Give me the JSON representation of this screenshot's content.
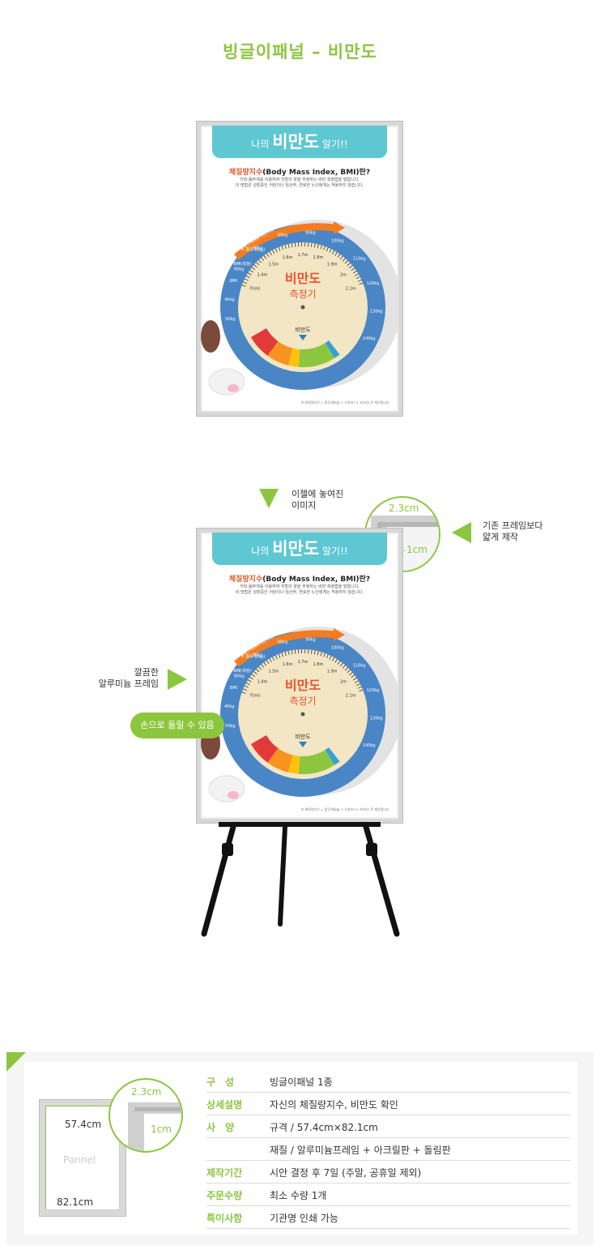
{
  "page_title": "빙글이패널 – 비만도",
  "poster": {
    "banner_pre": "나의 ",
    "banner_big": "비만도",
    "banner_post": " 알기!!",
    "question_red": "체질량지수",
    "question_rest": "(Body Mass Index, BMI)란?",
    "desc_line1": "키와 몸무게를 이용하여 지방의 양을 추정하는 비만 측정법을 말합니다.",
    "desc_line2": "이 방법은 성장중인 어린이나 임산부, 연로한 노인에게는 적용하지 않습니다.",
    "dial_title": "비만도",
    "dial_subtitle": "측정기",
    "dial_pointer": "비만도",
    "dial_tag": "둘레 / 이미지 비만도를 측정해보세요",
    "left_labels": [
      "키(m)",
      "1.4m",
      "1.5m",
      "1.6m",
      "1.7m",
      "1.8m",
      "1.9m",
      "2m",
      "2.1m"
    ],
    "weight_labels": [
      "60kg",
      "70kg",
      "80kg",
      "90kg",
      "100kg",
      "110kg",
      "120kg",
      "130kg",
      "140kg"
    ],
    "side_labels": [
      "50kg",
      "40kg",
      "BMI",
      "BMI(측정)",
      "몸무게(kg)"
    ],
    "footnote": "※ 체질량지수 = 몸무게(kg) ÷ (키(m) × 키(m)) 로 계산합니다."
  },
  "annotations": {
    "easel_caption_1": "이젤에 놓여진",
    "easel_caption_2": "이미지",
    "thin_frame_1": "기존 프레임보다",
    "thin_frame_2": "얇게 제작",
    "clean_frame_1": "깔끔한",
    "clean_frame_2": "알루미늄 프레임",
    "rotate_pill": "손으로 돌릴 수 있음",
    "zoom_23": "2.3cm",
    "zoom_1": "1cm"
  },
  "spec_diagram": {
    "width_label": "57.4cm",
    "height_label": "82.1cm",
    "panel_label": "Pannel",
    "zoom_23": "2.3cm",
    "zoom_1": "1cm"
  },
  "spec_rows": [
    {
      "key": "구　성",
      "value": "빙글이패널 1종"
    },
    {
      "key": "상세설명",
      "value": "자신의 체질량지수, 비만도 확인"
    },
    {
      "key": "사　양",
      "value": "규격 / 57.4cm×82.1cm"
    },
    {
      "key": "",
      "value": "재질 / 알루미늄프레임 + 아크릴판 + 돌림판"
    },
    {
      "key": "제작기간",
      "value": "시안 결정 후 7일 (주말, 공휴일 제외)"
    },
    {
      "key": "주문수량",
      "value": "최소 수량 1개"
    },
    {
      "key": "특이사항",
      "value": "기관명 인쇄 가능"
    }
  ],
  "colors": {
    "accent": "#8cc63f",
    "banner": "#5ec7d2",
    "dial_blue": "#4a86c5",
    "dial_cream": "#f3e6c4"
  }
}
